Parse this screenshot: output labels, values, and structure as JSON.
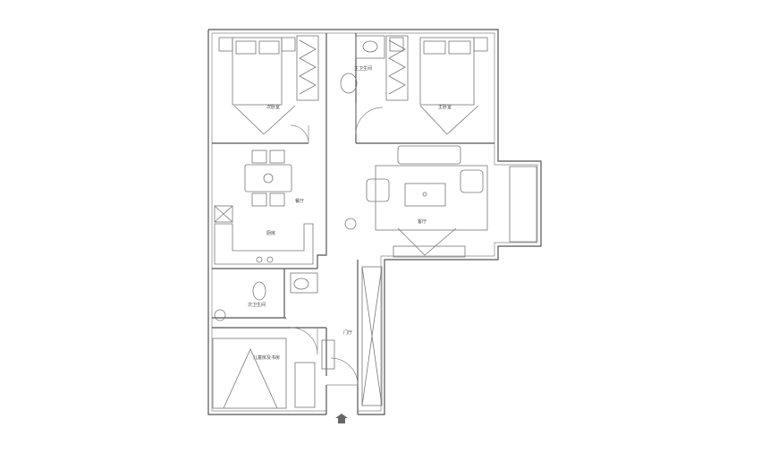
{
  "plan": {
    "rooms": {
      "second_bedroom": "次卧室",
      "master_bathroom": "主卫生间",
      "master_bedroom": "主卧室",
      "dining_room": "餐厅",
      "kitchen": "厨房",
      "living_room": "客厅",
      "guest_bathroom": "次卫生间",
      "study": "儿童房及书房",
      "foyer": "门厅"
    },
    "colors": {
      "wall": "#555555",
      "entrance_arrow": "#666666"
    }
  }
}
